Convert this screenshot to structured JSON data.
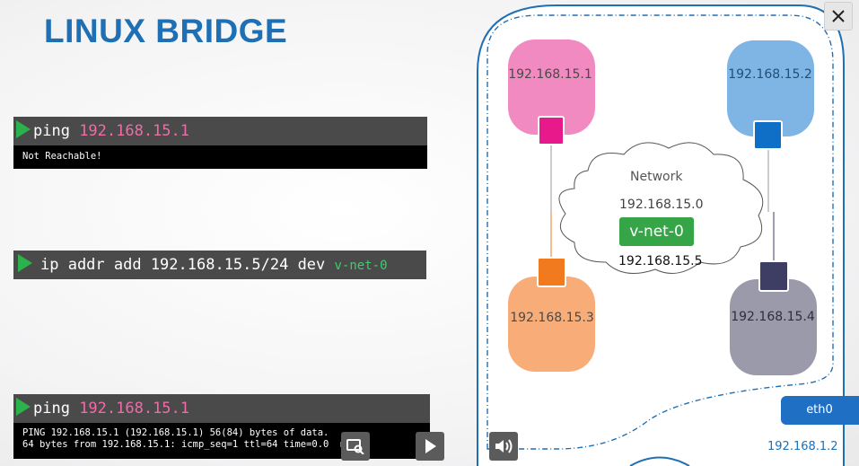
{
  "slide": {
    "title": "LINUX BRIDGE"
  },
  "terminal1": {
    "cmd_prefix": "ping ",
    "cmd_ip": "192.168.15.1",
    "output": "Not Reachable!"
  },
  "terminal2": {
    "cmd_prefix": "ip addr add 192.168.15.5/24 dev ",
    "cmd_dev": "v-net-0"
  },
  "terminal3": {
    "cmd_prefix": "ping ",
    "cmd_ip": "192.168.15.1",
    "output_line1": "PING 192.168.15.1 (192.168.15.1) 56(84) bytes of data.",
    "output_line2": "64 bytes from 192.168.15.1: icmp_seq=1 ttl=64 time=0.0  ms"
  },
  "diagram": {
    "namespaces": [
      {
        "label": "192.168.15.1",
        "color": "#f08ac0",
        "port_color": "#e8198b"
      },
      {
        "label": "192.168.15.2",
        "color": "#7fb5e4",
        "port_color": "#0f6fc6"
      },
      {
        "label": "192.168.15.3",
        "color": "#f8ad78",
        "port_color": "#f07a1d"
      },
      {
        "label": "192.168.15.4",
        "color": "#9b9aaa",
        "port_color": "#3e3d63"
      }
    ],
    "network": {
      "label": "Network",
      "subnet": "192.168.15.0",
      "bridge": "v-net-0",
      "bridge_ip": "192.168.15.5"
    },
    "eth0_label": "eth0",
    "host_ip": "192.168.1.2",
    "colors": {
      "host_border": "#1f6fb5",
      "bridge": "#36a548"
    }
  },
  "controls": {
    "close": "close-icon",
    "captions": "captions-icon",
    "play": "play-icon",
    "volume": "volume-icon"
  }
}
